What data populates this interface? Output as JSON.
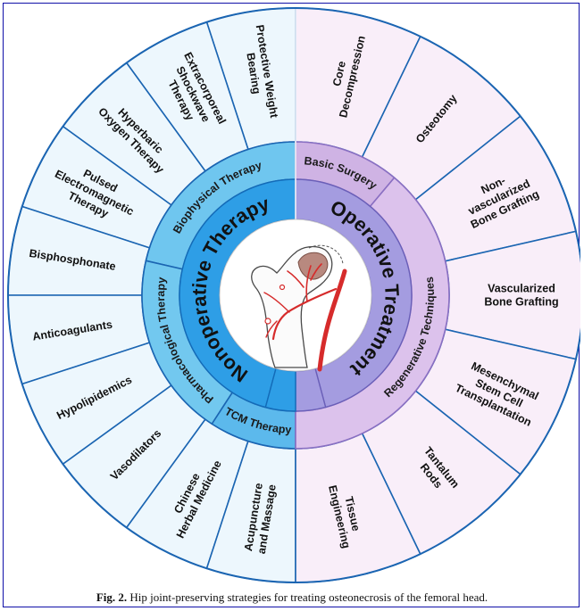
{
  "nonoperative": {
    "label": "Nonoperative Therapy",
    "groups": [
      {
        "label": "Biophysical Therapy",
        "items": [
          "Protective Weight Bearing",
          "Extracorporeal Shockwave Therapy",
          "Hyperbaric Oxygen Therapy",
          "Pulsed Electromagnetic Therapy"
        ]
      },
      {
        "label": "Pharmacological Therapy",
        "items": [
          "Bisphosphonate",
          "Anticoagulants",
          "Hypolipidemics",
          "Vasodilators"
        ]
      },
      {
        "label": "TCM Therapy",
        "items": [
          "Chinese Herbal Medicine",
          "Acupuncture and Massage"
        ]
      }
    ]
  },
  "operative": {
    "label": "Operative Treatment",
    "groups": [
      {
        "label": "Basic Surgery",
        "items": [
          "Core Decompression",
          "Osteotomy"
        ]
      },
      {
        "label": "Regenerative Techniques",
        "items": [
          "Non-vascularized Bone Grafting",
          "Vascularized Bone Grafting",
          "Mesenchymal Stem Cell Transplantation",
          "Tantalum Rods",
          "Tissue Engineering"
        ]
      }
    ]
  },
  "caption": {
    "label": "Fig. 2.",
    "text": "Hip joint-preserving strategies for treating osteonecrosis of the femoral head."
  },
  "colors": {
    "left_outer_fill": "#edf7fd",
    "left_mid_fill": "#6fc6ef",
    "left_core_fill": "#2e9ee6",
    "right_outer_fill": "#f9eef9",
    "right_mid_fill": "#d5b8e6",
    "right_core_fill": "#a49ce0",
    "segment_stroke": "#1b65b2",
    "bone_artery": "#d62b2b"
  }
}
